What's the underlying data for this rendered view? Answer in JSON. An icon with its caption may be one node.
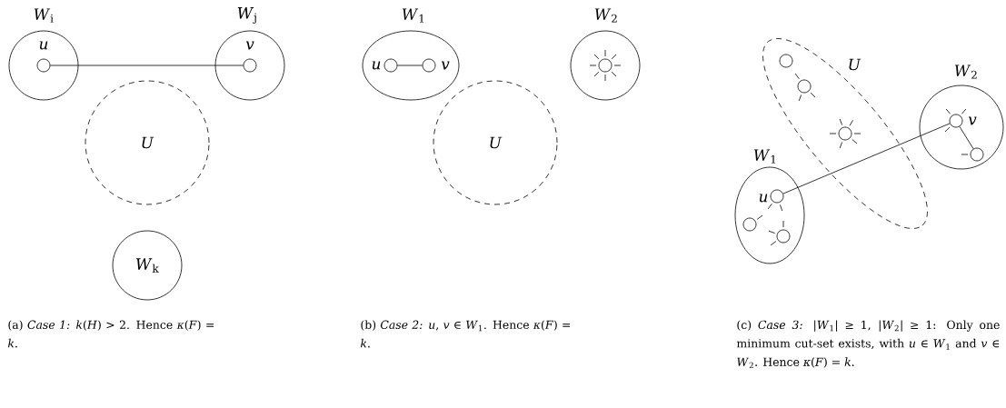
{
  "diagram": {
    "nodes": [
      {
        "text": [
          "*W*$_{i}$"
        ]
      },
      {
        "text": [],
        "shape": "circle",
        "in": 0,
        "beside": [
          "*u*"
        ]
      },
      {
        "text": [
          "*W*$_{j}$"
        ]
      },
      {
        "text": [],
        "shape": "circle",
        "in": 2,
        "beside": [
          "*v*"
        ]
      },
      {
        "text": [
          "*U*"
        ]
      },
      {
        "text": [
          "*W*$_{k}$"
        ]
      },
      {
        "text": [
          "*W*$_{1}$"
        ]
      },
      {
        "text": [],
        "shape": "circle",
        "in": 6,
        "beside": [
          "*u*"
        ]
      },
      {
        "text": [],
        "shape": "circle",
        "in": 6,
        "beside": [
          "*v*"
        ]
      },
      {
        "text": [
          "*U*"
        ]
      },
      {
        "text": [
          "*W*$_{2}$"
        ]
      },
      {
        "text": [],
        "shape": "circle",
        "in": 10
      },
      {
        "text": [
          "*U*"
        ]
      },
      {
        "text": [],
        "shape": "circle",
        "in": 12
      },
      {
        "text": [],
        "shape": "circle",
        "in": 12
      },
      {
        "text": [],
        "shape": "circle",
        "in": 12
      },
      {
        "text": [
          "*W*$_{2}$"
        ]
      },
      {
        "text": [],
        "shape": "circle",
        "in": 16,
        "beside": [
          "*v*"
        ]
      },
      {
        "text": [],
        "shape": "circle",
        "in": 16
      },
      {
        "text": [
          "*W*$_{1}$"
        ]
      },
      {
        "text": [],
        "shape": "circle",
        "in": 19,
        "beside": [
          "*u*"
        ]
      },
      {
        "text": [],
        "shape": "circle",
        "in": 19
      },
      {
        "text": [],
        "shape": "circle",
        "in": 19
      }
    ],
    "edges": [
      {
        "from": 1,
        "to": 3,
        "arrow": "none"
      },
      {
        "from": 7,
        "to": 8,
        "arrow": "none"
      },
      {
        "from": 20,
        "to": 17,
        "arrow": "none"
      },
      {
        "from": 17,
        "to": 18,
        "arrow": "none"
      }
    ],
    "labels": [
      "(a) *Case 1:* *k*(*H*) > 2. Hence *κ*(*F*) = *k*.",
      "(b) *Case 2:* *u*, *v* ∈ *W*$_{1}$. Hence *κ*(*F*) = *k*.",
      "(c) *Case 3:* |*W*$_{1}$| ≥ 1, |*W*$_{2}$| ≥ 1: Only one minimum cut-set exists, with *u* ∈ *W*$_{1}$ and *v* ∈ *W*$_{2}$. Hence *κ*(*F*) = *k*."
    ]
  }
}
